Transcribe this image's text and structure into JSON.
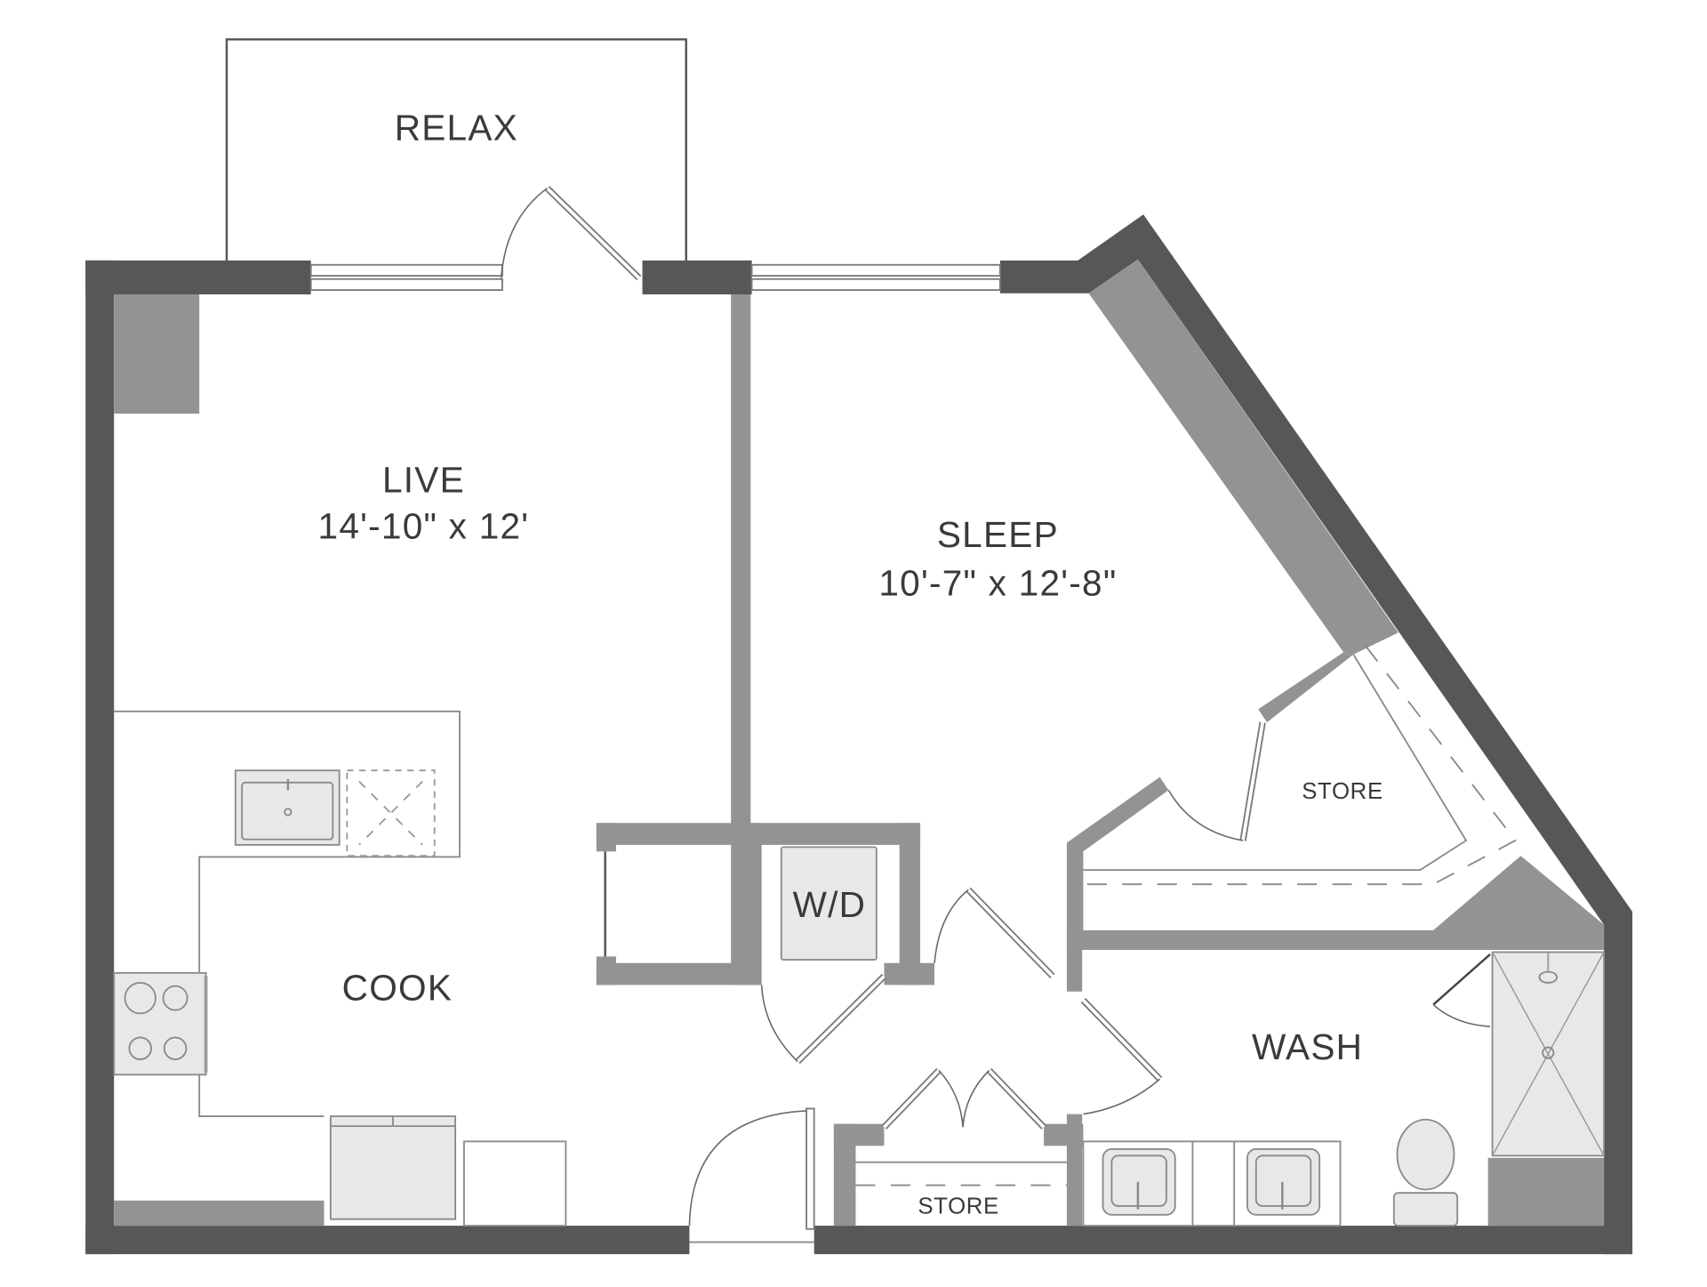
{
  "floorplan": {
    "colors": {
      "exterior_wall": "#575757",
      "interior_wall": "#939393",
      "fixture_fill": "#e8e8e8",
      "label_text": "#3a3a3a",
      "background": "#ffffff"
    },
    "rooms": [
      {
        "id": "relax",
        "name": "RELAX",
        "dimensions": ""
      },
      {
        "id": "live",
        "name": "LIVE",
        "dimensions": "14'-10\" x 12'"
      },
      {
        "id": "sleep",
        "name": "SLEEP",
        "dimensions": "10'-7\" x 12'-8\""
      },
      {
        "id": "cook",
        "name": "COOK",
        "dimensions": ""
      },
      {
        "id": "wash",
        "name": "WASH",
        "dimensions": ""
      },
      {
        "id": "laundry",
        "name": "W/D",
        "dimensions": ""
      },
      {
        "id": "store-bedroom",
        "name": "STORE",
        "dimensions": ""
      },
      {
        "id": "store-hall",
        "name": "STORE",
        "dimensions": ""
      }
    ],
    "fixtures": [
      "kitchen-sink",
      "dishwasher",
      "range-cooktop",
      "refrigerator",
      "pantry-counter",
      "washer-dryer",
      "bath-sink-1",
      "bath-sink-2",
      "toilet",
      "shower"
    ]
  }
}
